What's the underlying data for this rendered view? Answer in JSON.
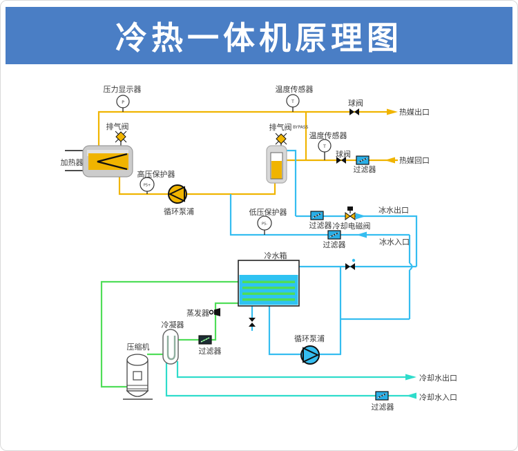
{
  "title": "冷热一体机原理图",
  "colors": {
    "banner": "#4a7ec5",
    "hot_line": "#f0b400",
    "chilled_line": "#35bdf0",
    "cooling_line": "#2edccb",
    "refrigerant_line": "#4fdd58",
    "tank_fill": "#2fc3f2"
  },
  "labels": {
    "pressure_display": "压力显示器",
    "temp_sensor": "温度传感器",
    "ball_valve": "球阀",
    "vent_valve": "排气阀",
    "bypass": "BYPASS",
    "heater": "加热器",
    "hp_protector": "高压保护器",
    "lp_protector": "低压保护器",
    "pump": "循环泵浦",
    "filter": "过滤器",
    "solenoid_valve": "冷却电磁阀",
    "cold_tank": "冷水箱",
    "evaporator": "蒸发器",
    "condenser": "冷凝器",
    "compressor": "压缩机"
  },
  "ports": {
    "hot_out": "热媒出口",
    "hot_return": "热媒回口",
    "ice_out": "冰水出口",
    "ice_in": "冰水入口",
    "cool_out": "冷却水出口",
    "cool_in": "冷却水入口"
  },
  "gauges": {
    "pressure": "P",
    "temp": "T",
    "high_pressure": "PS+",
    "low_pressure": "PS-"
  }
}
